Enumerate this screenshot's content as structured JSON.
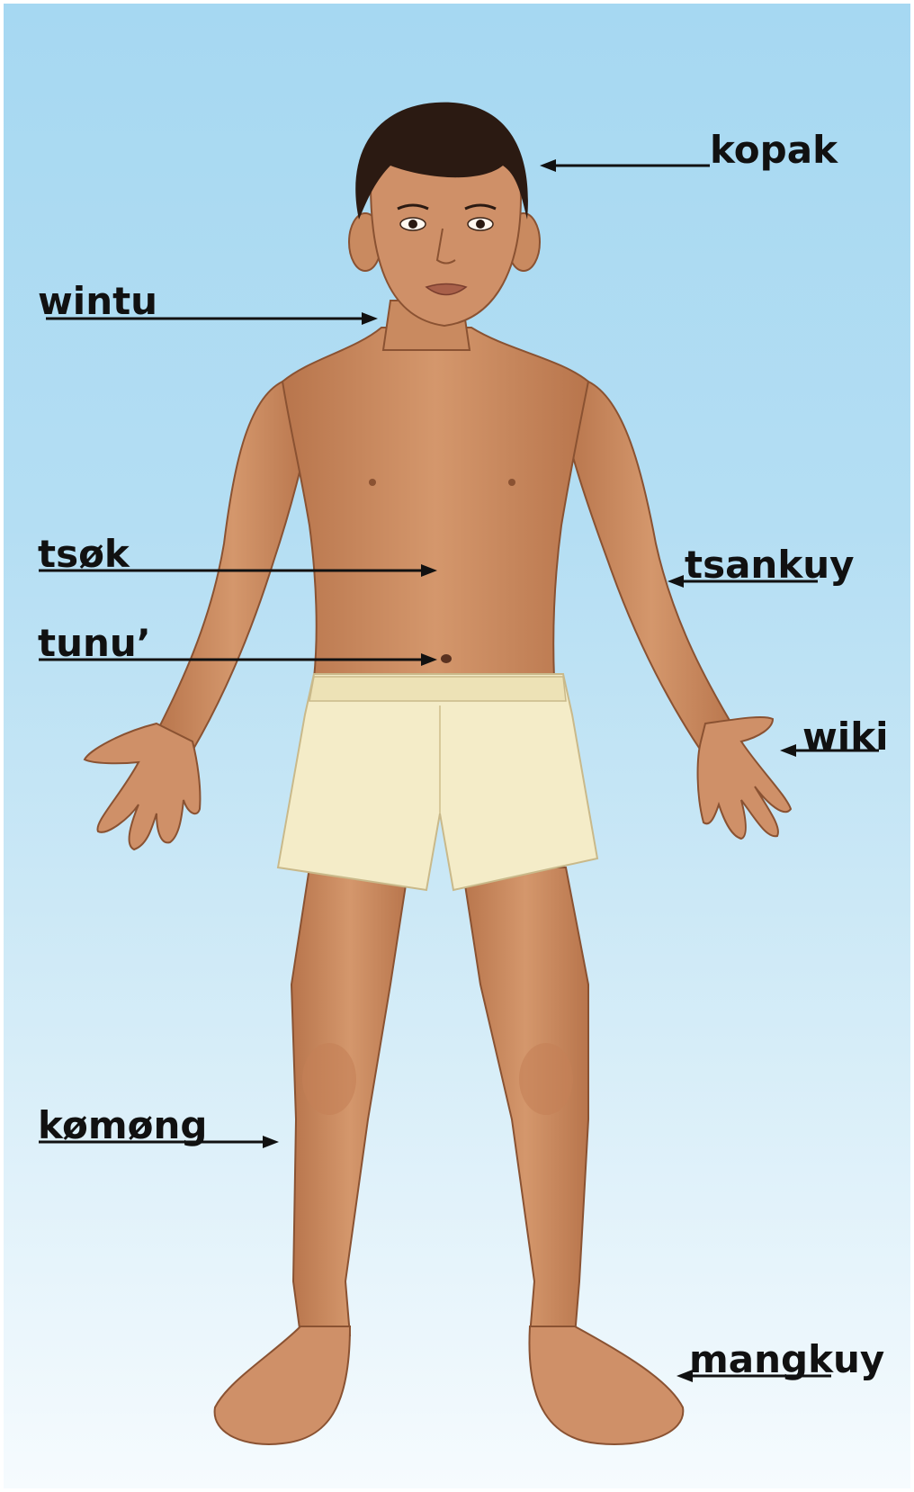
{
  "labels": {
    "head": "kopak",
    "neck": "wintu",
    "chest": "tsøk",
    "navel": "tunu’",
    "arm": "tsankuy",
    "hand": "wiki",
    "knee": "kømøng",
    "foot": "mangkuy"
  },
  "colors": {
    "sky_top": "#a6d8f2",
    "sky_bottom": "#f6fbfe",
    "skin": "#c98a60",
    "hair": "#2b1a12",
    "shorts": "#f4ecc8",
    "label_text": "#111111"
  }
}
